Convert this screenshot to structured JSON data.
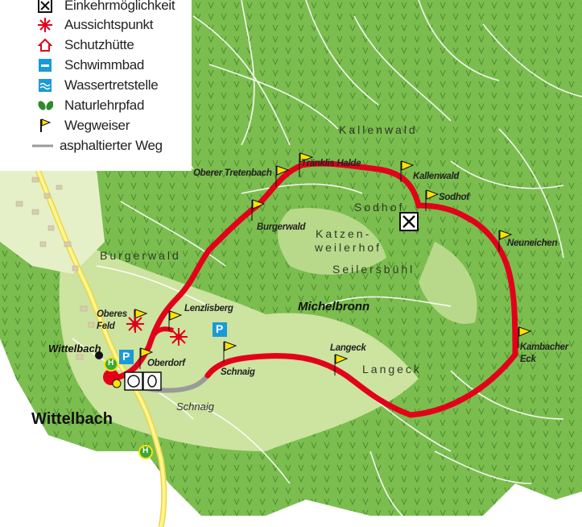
{
  "legend": {
    "items": [
      {
        "label": "Einkehrmöglichkeit",
        "icon": "restaurant-icon"
      },
      {
        "label": "Aussichtspunkt",
        "icon": "viewpoint-icon"
      },
      {
        "label": "Schutzhütte",
        "icon": "shelter-icon"
      },
      {
        "label": "Schwimmbad",
        "icon": "swimming-pool-icon"
      },
      {
        "label": "Wassertretstelle",
        "icon": "water-treading-icon"
      },
      {
        "label": "Naturlehrpfad",
        "icon": "nature-trail-icon"
      },
      {
        "label": "Wegweiser",
        "icon": "signpost-icon"
      },
      {
        "label": "asphaltierter Weg",
        "icon": "paved-road-icon"
      }
    ]
  },
  "signposts": [
    {
      "label": "Tränklis Halde"
    },
    {
      "label": "Oberer Tretenbach"
    },
    {
      "label": "Kallenwald"
    },
    {
      "label": "Sodhof"
    },
    {
      "label": "Burgerwald"
    },
    {
      "label": "Neuneichen"
    },
    {
      "label": "Lenzlisberg"
    },
    {
      "label": "Oberes Feld"
    },
    {
      "label": "Oberdorf"
    },
    {
      "label": "Schnaig"
    },
    {
      "label": "Langeck"
    },
    {
      "label": "Kambacher Eck"
    }
  ],
  "areas": {
    "kallenwald": "Kallenwald",
    "sodhof": "Sodhof",
    "katzenweilerhof_1": "Katzen-",
    "katzenweilerhof_2": "weilerhof",
    "seilersbuehl": "Seilersbühl",
    "burgerwald": "Burgerwald",
    "langeck": "Langeck"
  },
  "places": {
    "michelbronn": "Michelbronn",
    "wittelbach": "Wittelbach",
    "wittelbach_small": "Wittelbach",
    "schnaig_road": "Schnaig",
    "parking": "P",
    "bus": "H"
  },
  "colors": {
    "route": "#e2001a",
    "forest": "#75b84a",
    "meadow": "#cde3a0",
    "paved": "#9a9a9a",
    "road": "#f5e84a",
    "signpost_flag": "#ffe200",
    "parking": "#1a9ad6",
    "bus": "#3aa83a"
  }
}
